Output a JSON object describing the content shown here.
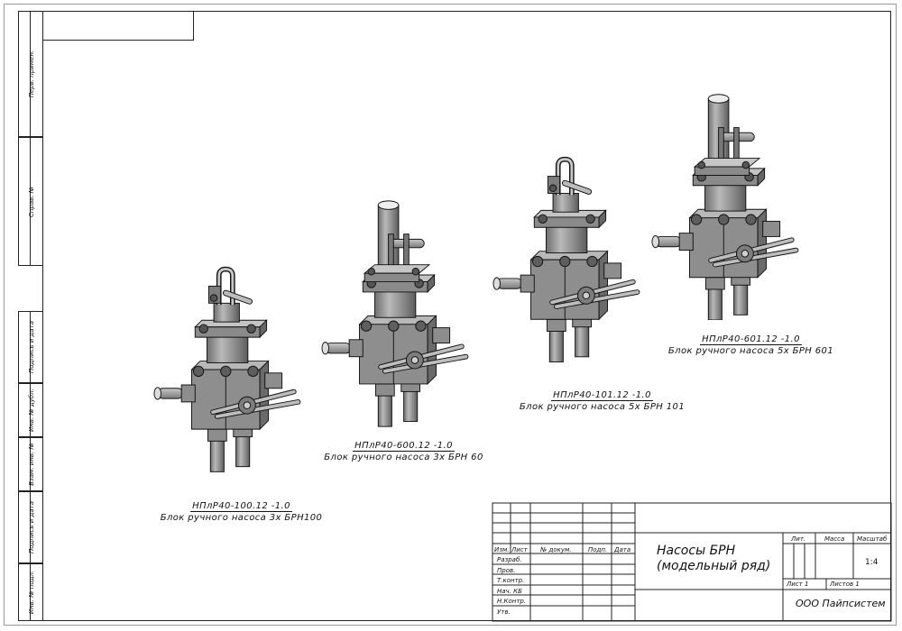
{
  "side_stamps": [
    "Перв. примен.",
    "Справ. №",
    "Подпись и дата",
    "Инв. № дубл.",
    "Взам. инв. №",
    "Подпись и дата",
    "Инв. № подл."
  ],
  "parts": [
    {
      "code": "НПлР40-100.12 -1.0",
      "name": "Блок ручного насоса 3х БРН100"
    },
    {
      "code": "НПлР40-600.12 -1.0",
      "name": "Блок ручного насоса 3х БРН 60"
    },
    {
      "code": "НПлР40-101.12 -1.0",
      "name": "Блок ручного насоса 5х БРН 101"
    },
    {
      "code": "НПлР40-601.12 -1.0",
      "name": "Блок ручного насоса 5х БРН 601"
    }
  ],
  "title_block": {
    "headers": {
      "izm": "Изм.",
      "list": "Лист",
      "doc_no": "№ докум.",
      "sign": "Подп.",
      "date": "Дата"
    },
    "roles": [
      "Разраб.",
      "Пров.",
      "Т.контр.",
      "Нач. КБ",
      "Н.Контр.",
      "Утв."
    ],
    "title_line1": "Насосы БРН",
    "title_line2": "(модельный ряд)",
    "lit_label": "Лит.",
    "mass_label": "Масса",
    "scale_label": "Масштаб",
    "scale_value": "1:4",
    "sheet": "Лист 1",
    "sheets": "Листов 1",
    "company": "ООО Пайпсистем"
  }
}
